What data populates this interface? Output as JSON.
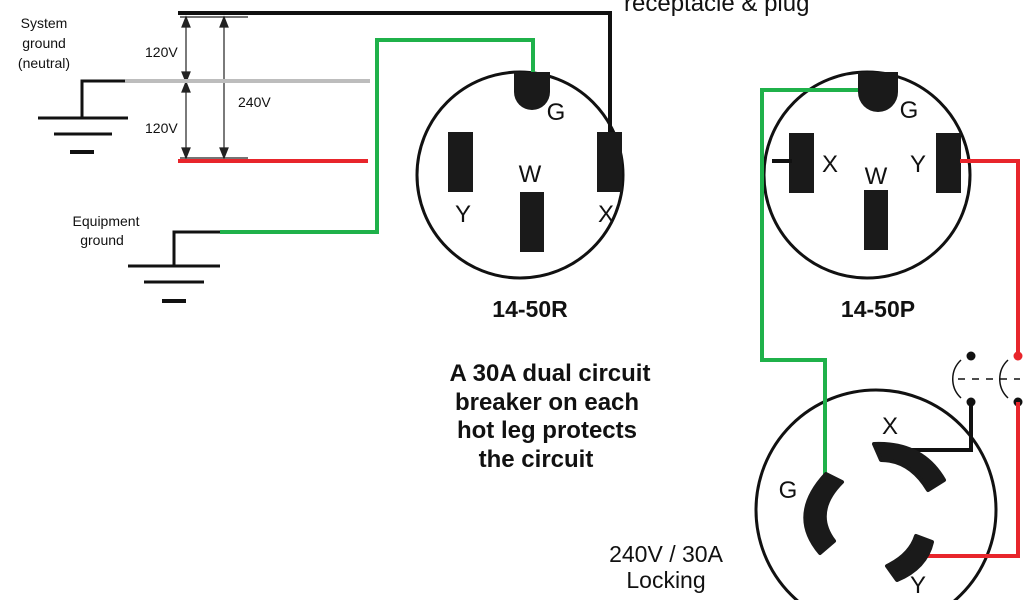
{
  "diagram": {
    "title_fragment": "receptacle & plug",
    "labels": {
      "system_ground_1": "System",
      "system_ground_2": "ground",
      "system_ground_3": "(neutral)",
      "equipment_ground_1": "Equipment",
      "equipment_ground_2": "ground",
      "v120_top": "120V",
      "v120_bottom": "120V",
      "v240": "240V"
    },
    "receptacle_14_50r": {
      "model": "14-50R",
      "g": "G",
      "w": "W",
      "x": "X",
      "y": "Y"
    },
    "plug_14_50p": {
      "model": "14-50P",
      "g": "G",
      "w": "W",
      "x": "X",
      "y": "Y"
    },
    "breaker_note": {
      "line1": "A 30A dual circuit",
      "line2": "breaker on each",
      "line3": "hot leg protects",
      "line4": "the circuit"
    },
    "locking": {
      "line1": "240V / 30A",
      "line2": "Locking",
      "g": "G",
      "x": "X",
      "y": "Y"
    },
    "colors": {
      "hot_black": "#111111",
      "hot_red": "#e8252b",
      "neutral_gray": "#bdbdbd",
      "ground_green": "#1fb14a"
    }
  }
}
